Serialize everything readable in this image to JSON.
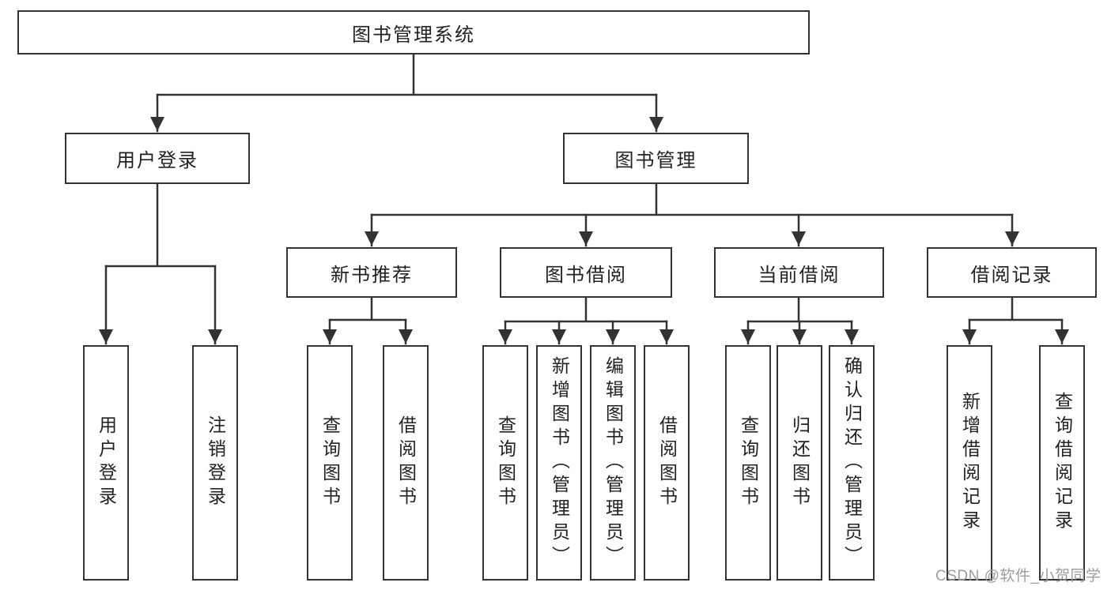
{
  "diagram": {
    "root": {
      "label": "图书管理系统"
    },
    "branches": [
      {
        "label": "用户登录",
        "children": [
          {
            "label": "用户登录"
          },
          {
            "label": "注销登录"
          }
        ]
      },
      {
        "label": "图书管理",
        "children": [
          {
            "label": "新书推荐",
            "children": [
              {
                "label": "查询图书"
              },
              {
                "label": "借阅图书"
              }
            ]
          },
          {
            "label": "图书借阅",
            "children": [
              {
                "label": "查询图书"
              },
              {
                "label": "新增图书（管理员）"
              },
              {
                "label": "编辑图书（管理员）"
              },
              {
                "label": "借阅图书"
              }
            ]
          },
          {
            "label": "当前借阅",
            "children": [
              {
                "label": "查询图书"
              },
              {
                "label": "归还图书"
              },
              {
                "label": "确认归还（管理员）"
              }
            ]
          },
          {
            "label": "借阅记录",
            "children": [
              {
                "label": "新增借阅记录"
              },
              {
                "label": "查询借阅记录"
              }
            ]
          }
        ]
      }
    ]
  },
  "colors": {
    "line": "#333333",
    "box_border": "#333333",
    "text": "#222222",
    "watermark": "#9d9d9d",
    "background": "#ffffff"
  },
  "watermark": "CSDN @软件_小贺同学"
}
